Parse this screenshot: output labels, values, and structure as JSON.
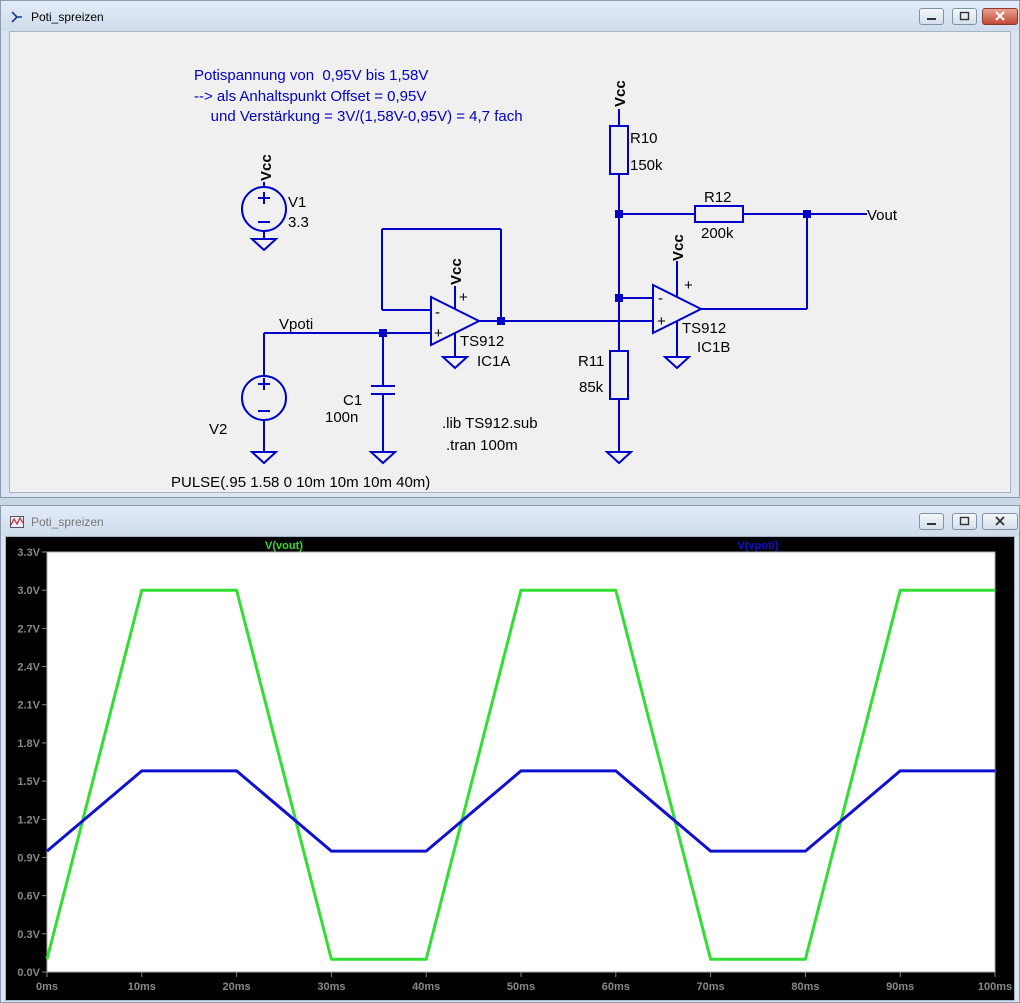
{
  "schematic_window": {
    "title": "Poti_spreizen",
    "comment": [
      "Potispannung von  0,95V bis 1,58V",
      "--> als Anhaltspunkt Offset = 0,95V",
      "    und Verstärkung = 3V/(1,58V-0,95V) = 4,7 fach"
    ],
    "labels": {
      "vcc": "Vcc",
      "v1_name": "V1",
      "v1_value": "3.3",
      "v2_name": "V2",
      "vpoti": "Vpoti",
      "c1_name": "C1",
      "c1_value": "100n",
      "opamp_model": "TS912",
      "ic1a": "IC1A",
      "ic1b": "IC1B",
      "r10_name": "R10",
      "r10_value": "150k",
      "r11_name": "R11",
      "r11_value": "85k",
      "r12_name": "R12",
      "r12_value": "200k",
      "vout": "Vout",
      "lib_directive": ".lib TS912.sub",
      "tran_directive": ".tran 100m",
      "pulse_spec": "PULSE(.95 1.58 0 10m 10m 10m 40m)",
      "minus": "-",
      "plus": "+"
    },
    "colors": {
      "wire": "#0000c8",
      "text": "#000000",
      "comment": "#0000c8",
      "background": "#f0f0f0"
    }
  },
  "waveform_window": {
    "title": "Poti_spreizen"
  },
  "chart_data": {
    "type": "line",
    "title": "",
    "xlabel": "",
    "ylabel": "",
    "xlim": [
      0,
      100
    ],
    "ylim": [
      0,
      3.3
    ],
    "grid": false,
    "legend_placement": "top",
    "x_ticks": [
      "0ms",
      "10ms",
      "20ms",
      "30ms",
      "40ms",
      "50ms",
      "60ms",
      "70ms",
      "80ms",
      "90ms",
      "100ms"
    ],
    "y_ticks": [
      "0.0V",
      "0.3V",
      "0.6V",
      "0.9V",
      "1.2V",
      "1.5V",
      "1.8V",
      "2.1V",
      "2.4V",
      "2.7V",
      "3.0V",
      "3.3V"
    ],
    "y_tick_values": [
      0,
      0.3,
      0.6,
      0.9,
      1.2,
      1.5,
      1.8,
      2.1,
      2.4,
      2.7,
      3.0,
      3.3
    ],
    "series": [
      {
        "name": "V(vout)",
        "color": "#33dd33",
        "x": [
          0,
          10,
          20,
          30,
          40,
          50,
          60,
          70,
          80,
          90,
          100
        ],
        "y": [
          0.1,
          3.0,
          3.0,
          0.1,
          0.1,
          3.0,
          3.0,
          0.1,
          0.1,
          3.0,
          3.0
        ]
      },
      {
        "name": "V(vpoti)",
        "color": "#1010d0",
        "x": [
          0,
          10,
          20,
          30,
          40,
          50,
          60,
          70,
          80,
          90,
          100
        ],
        "y": [
          0.95,
          1.58,
          1.58,
          0.95,
          0.95,
          1.58,
          1.58,
          0.95,
          0.95,
          1.58,
          1.58
        ]
      }
    ]
  }
}
